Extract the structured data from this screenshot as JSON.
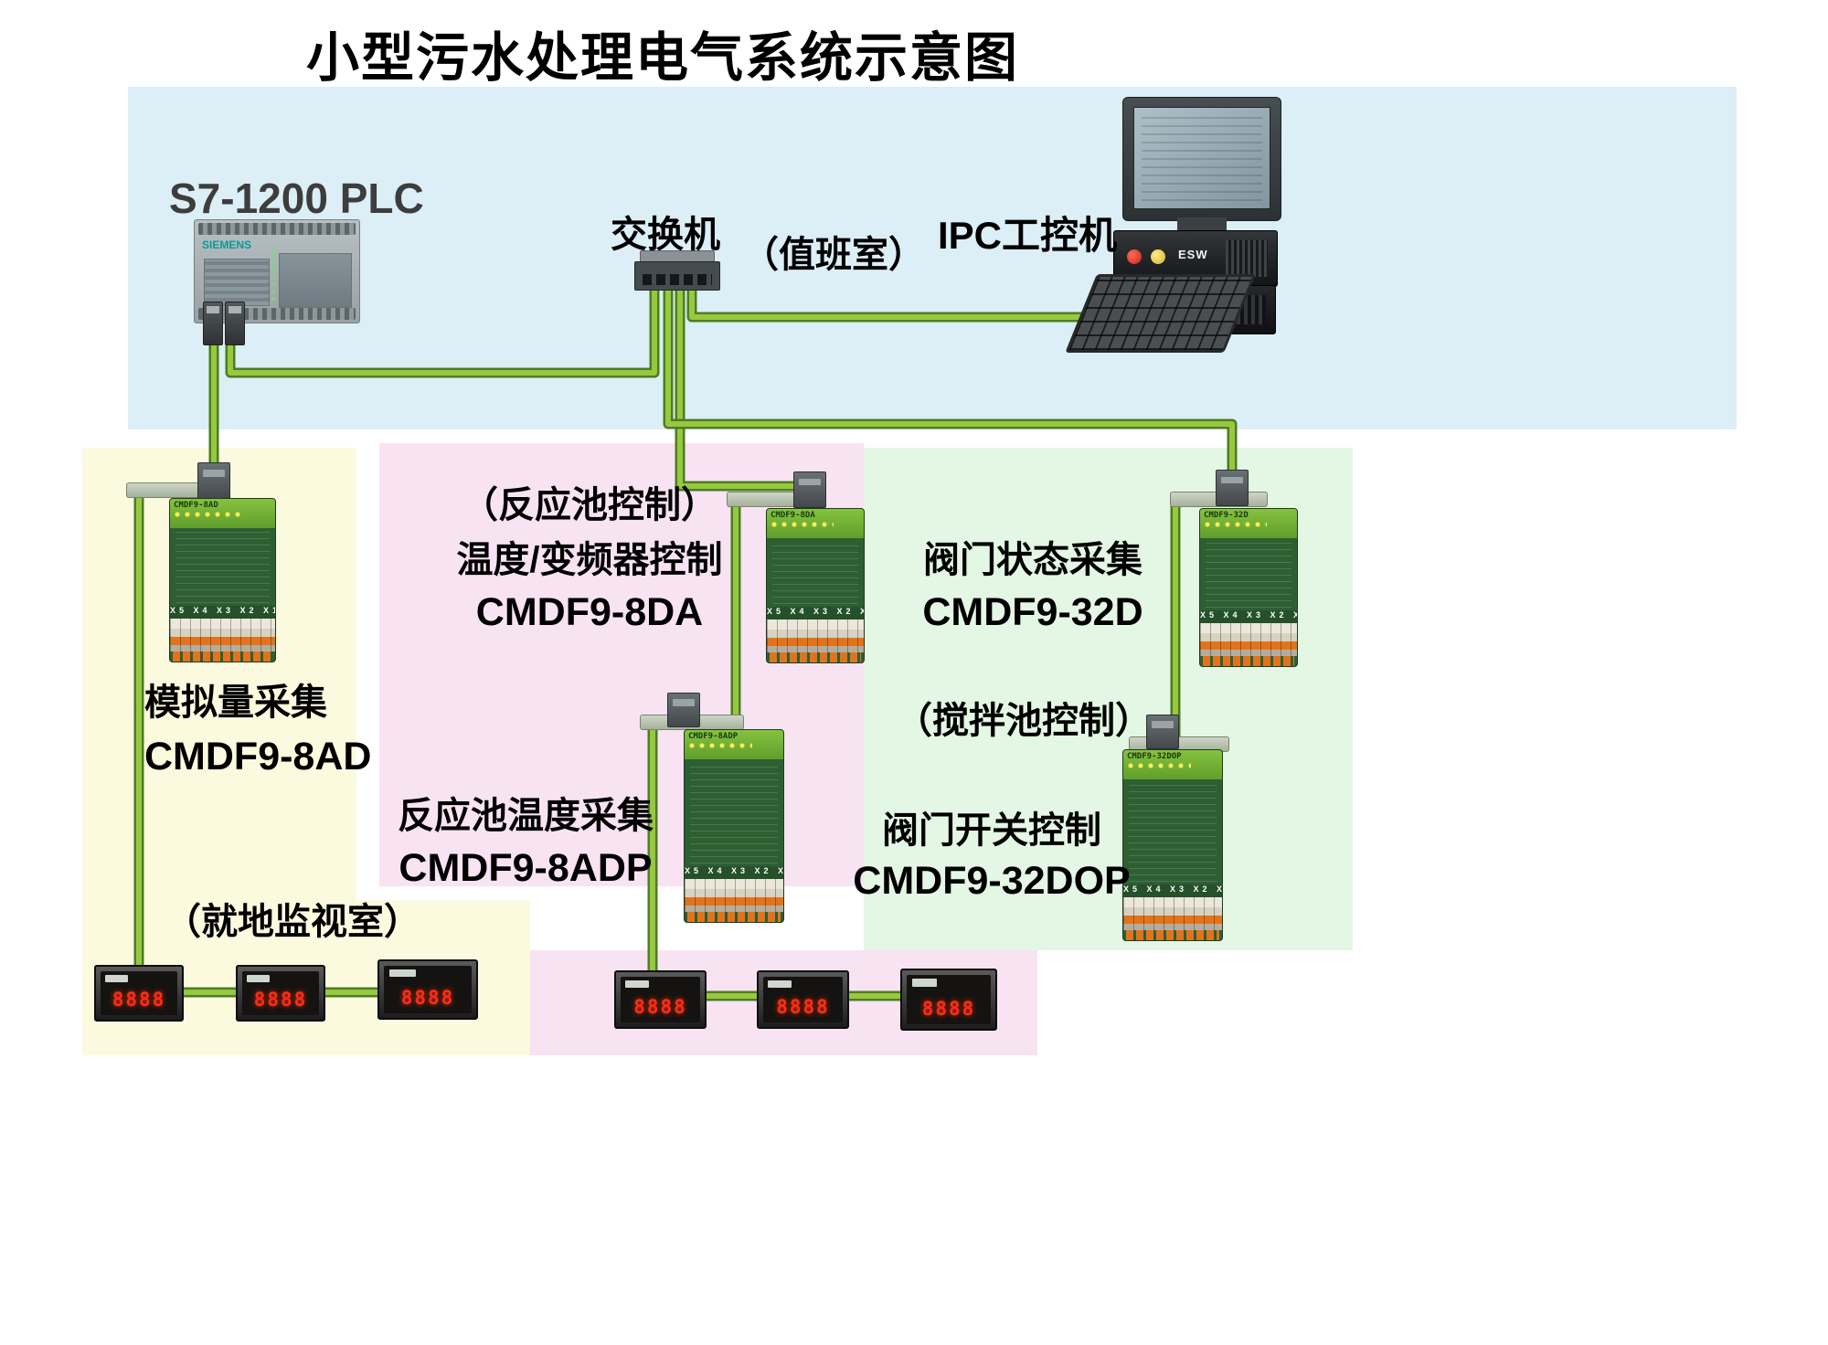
{
  "title": "小型污水处理电气系统示意图",
  "control_room": {
    "plc_label": "S7-1200  PLC",
    "plc_brand": "SIEMENS",
    "switch_label": "交换机",
    "duty_room_label": "（值班室）",
    "ipc_label": "IPC工控机",
    "ipc_badge": "ESW"
  },
  "analog_section": {
    "caption_line1": "模拟量采集",
    "caption_line2": "CMDF9-8AD",
    "room_label": "（就地监视室）",
    "module_model": "CMDF9-8AD"
  },
  "reaction_section": {
    "caption_line1": "（反应池控制）",
    "caption_line2": "温度/变频器控制",
    "caption_line3": "CMDF9-8DA",
    "caption_line4": "反应池温度采集",
    "caption_line5": "CMDF9-8ADP",
    "module_top_model": "CMDF9-8DA",
    "module_bottom_model": "CMDF9-8ADP"
  },
  "valve_section": {
    "caption_line1": "阀门状态采集",
    "caption_line2": "CMDF9-32D",
    "caption_line3": "（搅拌池控制）",
    "caption_line4": "阀门开关控制",
    "caption_line5": "CMDF9-32DOP",
    "module_top_model": "CMDF9-32D",
    "module_bottom_model": "CMDF9-32DOP"
  },
  "module_terminals": "X5 X4 X3 X2 X1",
  "meter_display": "8888",
  "colors": {
    "control_room_bg": "#dceef6",
    "analog_bg": "#fbfadf",
    "reaction_bg": "#f8e3f3",
    "valve_bg": "#e4f6e4",
    "cable_green": "#97c83f",
    "cable_edge": "#4c7d22",
    "meter_digit_red": "#ff2c18"
  }
}
